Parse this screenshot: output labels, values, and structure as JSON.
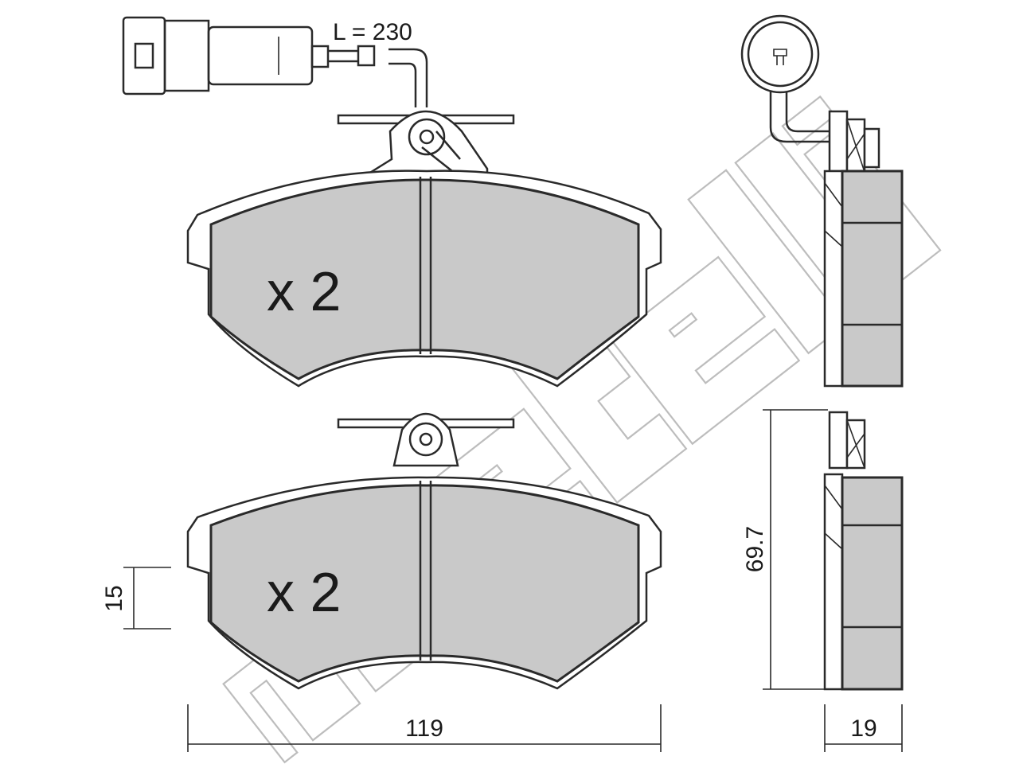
{
  "diagram": {
    "cable_length_label": "L = 230",
    "quantity_top": "x 2",
    "quantity_bottom": "x 2",
    "dimension_width": "119",
    "dimension_height": "69.7",
    "dimension_thickness": "19",
    "dimension_small": "15",
    "watermark": "metelli",
    "colors": {
      "friction_material": "#c9c9c9",
      "outline": "#2a2a2a",
      "watermark": "#bdbdbd"
    }
  }
}
